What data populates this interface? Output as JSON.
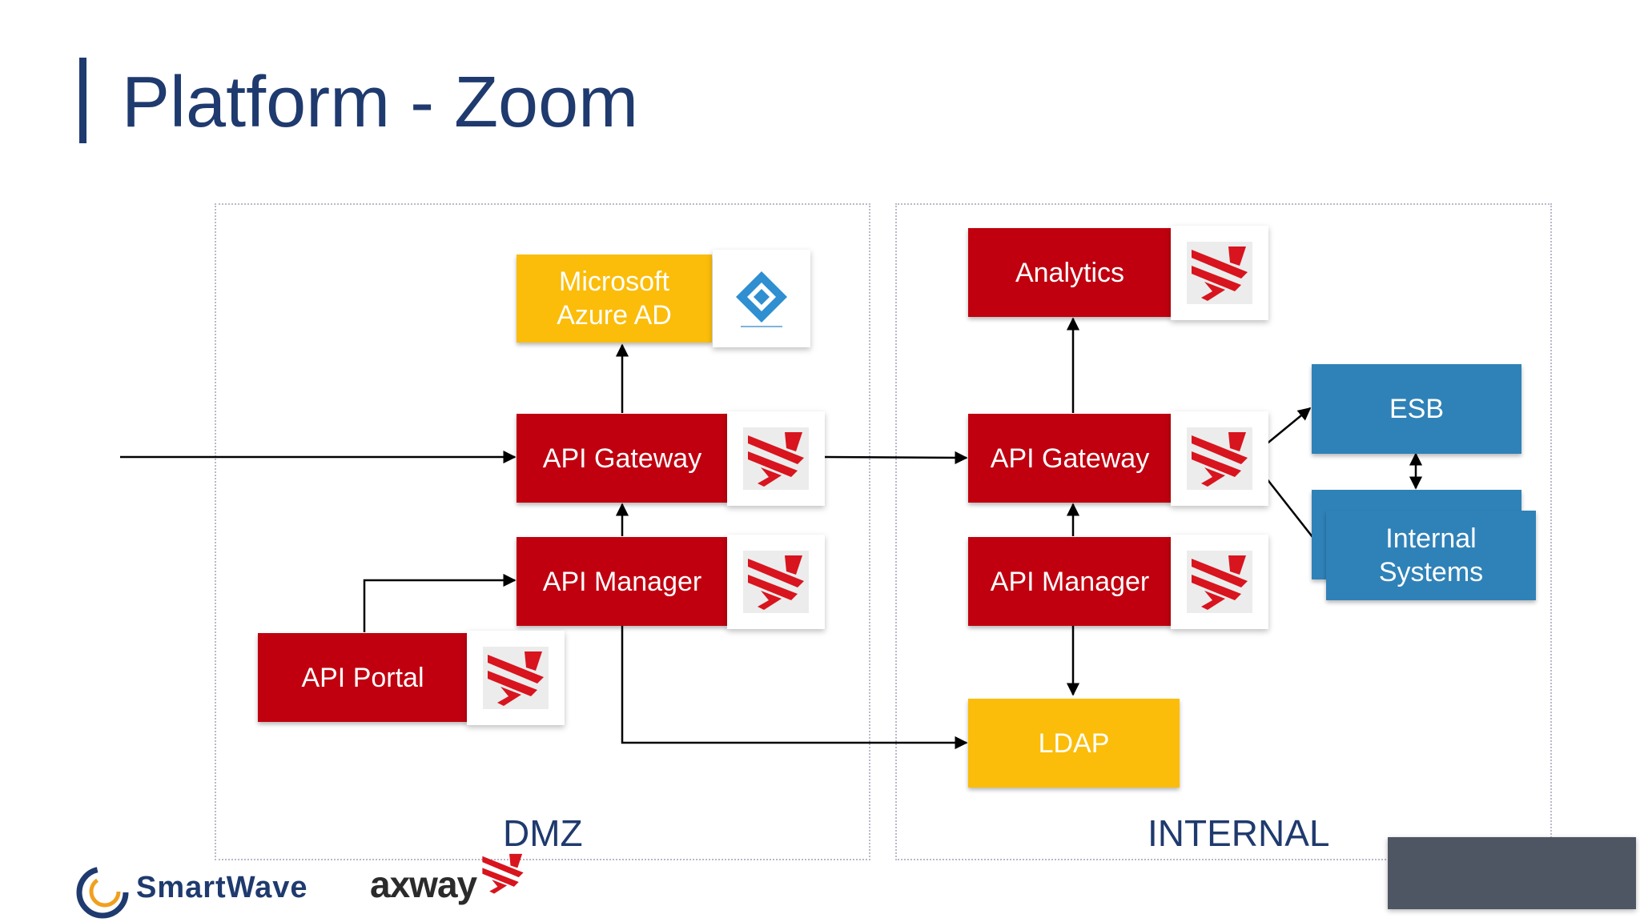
{
  "title": "Platform - Zoom",
  "zones": {
    "dmz": "DMZ",
    "internal": "INTERNAL"
  },
  "nodes": {
    "azure_ad": "Microsoft Azure AD",
    "dmz_gateway": "API Gateway",
    "dmz_manager": "API Manager",
    "api_portal": "API Portal",
    "analytics": "Analytics",
    "int_gateway": "API Gateway",
    "int_manager": "API Manager",
    "ldap": "LDAP",
    "esb": "ESB",
    "internal_systems": "Internal Systems"
  },
  "footer": {
    "smartwave": "SmartWave",
    "axway": "axway"
  },
  "colors": {
    "title": "#1f3a6e",
    "red": "#c0000f",
    "yellow": "#fbbd0a",
    "blue": "#2f82b8"
  }
}
